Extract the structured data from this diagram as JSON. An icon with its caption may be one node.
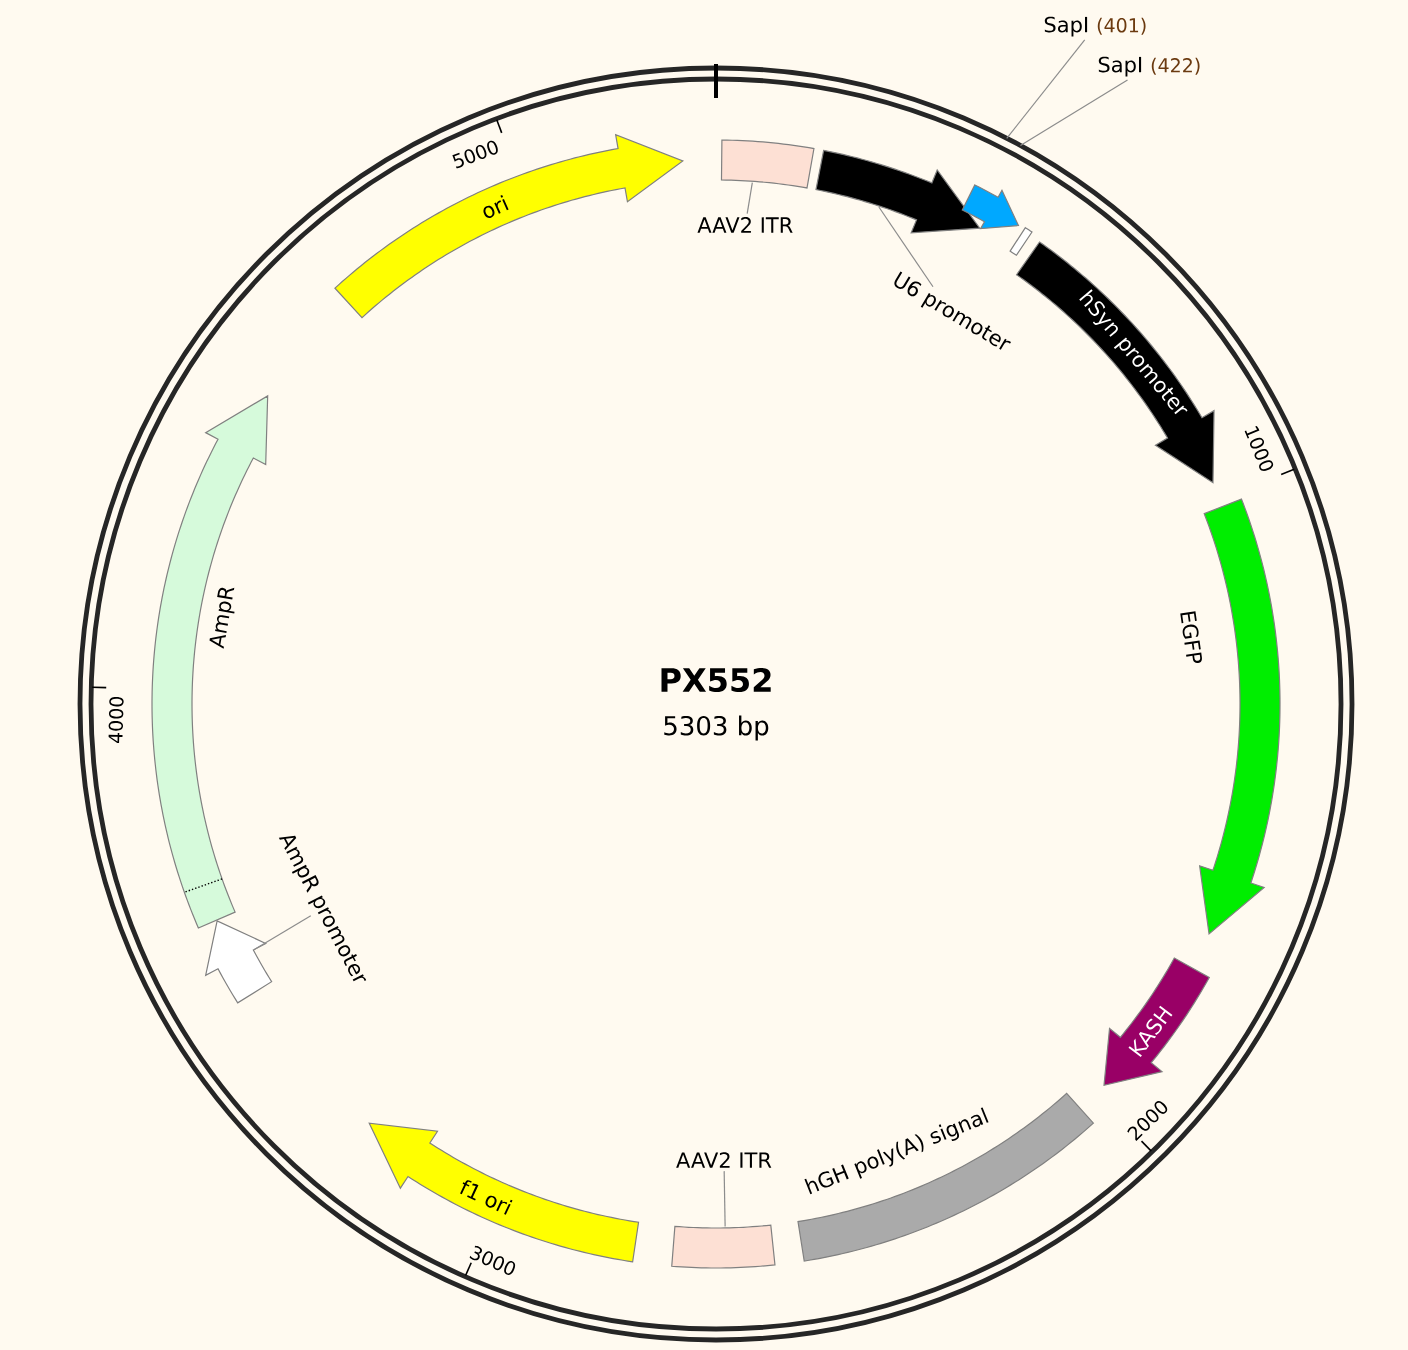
{
  "diagram": {
    "title": "PX552",
    "nodes": [
      {
        "text": [
          "SapI",
          "(401)"
        ]
      },
      {
        "text": [
          "SapI",
          "(422)"
        ]
      },
      {
        "text": [
          "ori"
        ]
      },
      {
        "text": [],
        "shape": "box"
      },
      {
        "text": [],
        "shape": "arrow"
      },
      {
        "text": [],
        "shape": "arrow"
      },
      {
        "text": [],
        "shape": "box"
      },
      {
        "text": [
          "hSyn promoter"
        ]
      },
      {
        "text": [
          "AAV2 ITR"
        ]
      },
      {
        "text": [
          "U6 promoter"
        ]
      },
      {
        "text": [],
        "shape": "arrow",
        "beside": [
          "EGFP"
        ]
      },
      {
        "text": [],
        "shape": "arrow",
        "beside": [
          "AmpR"
        ]
      },
      {
        "text": [
          "AmpR promoter"
        ]
      },
      {
        "text": [],
        "shape": "arrow"
      },
      {
        "text": [
          "KASH"
        ]
      },
      {
        "text": [],
        "shape": "box",
        "beside": [
          "hGH poly(A) signal"
        ]
      },
      {
        "text": [
          "AAV2 ITR"
        ]
      },
      {
        "text": [],
        "shape": "box"
      },
      {
        "text": [
          "f1 ori"
        ]
      }
    ],
    "edges": [
      {
        "from": 0,
        "to": null,
        "arrow": "none"
      },
      {
        "from": 1,
        "to": null,
        "arrow": "none"
      },
      {
        "from": 8,
        "to": 3,
        "arrow": "none"
      },
      {
        "from": 9,
        "to": 4,
        "arrow": "none"
      },
      {
        "from": 12,
        "to": 13,
        "arrow": "none"
      },
      {
        "from": 16,
        "to": 17,
        "arrow": "none"
      }
    ],
    "labels": [
      "5000",
      "1000",
      "5303 bp",
      "4000",
      "2000",
      "3000"
    ]
  }
}
